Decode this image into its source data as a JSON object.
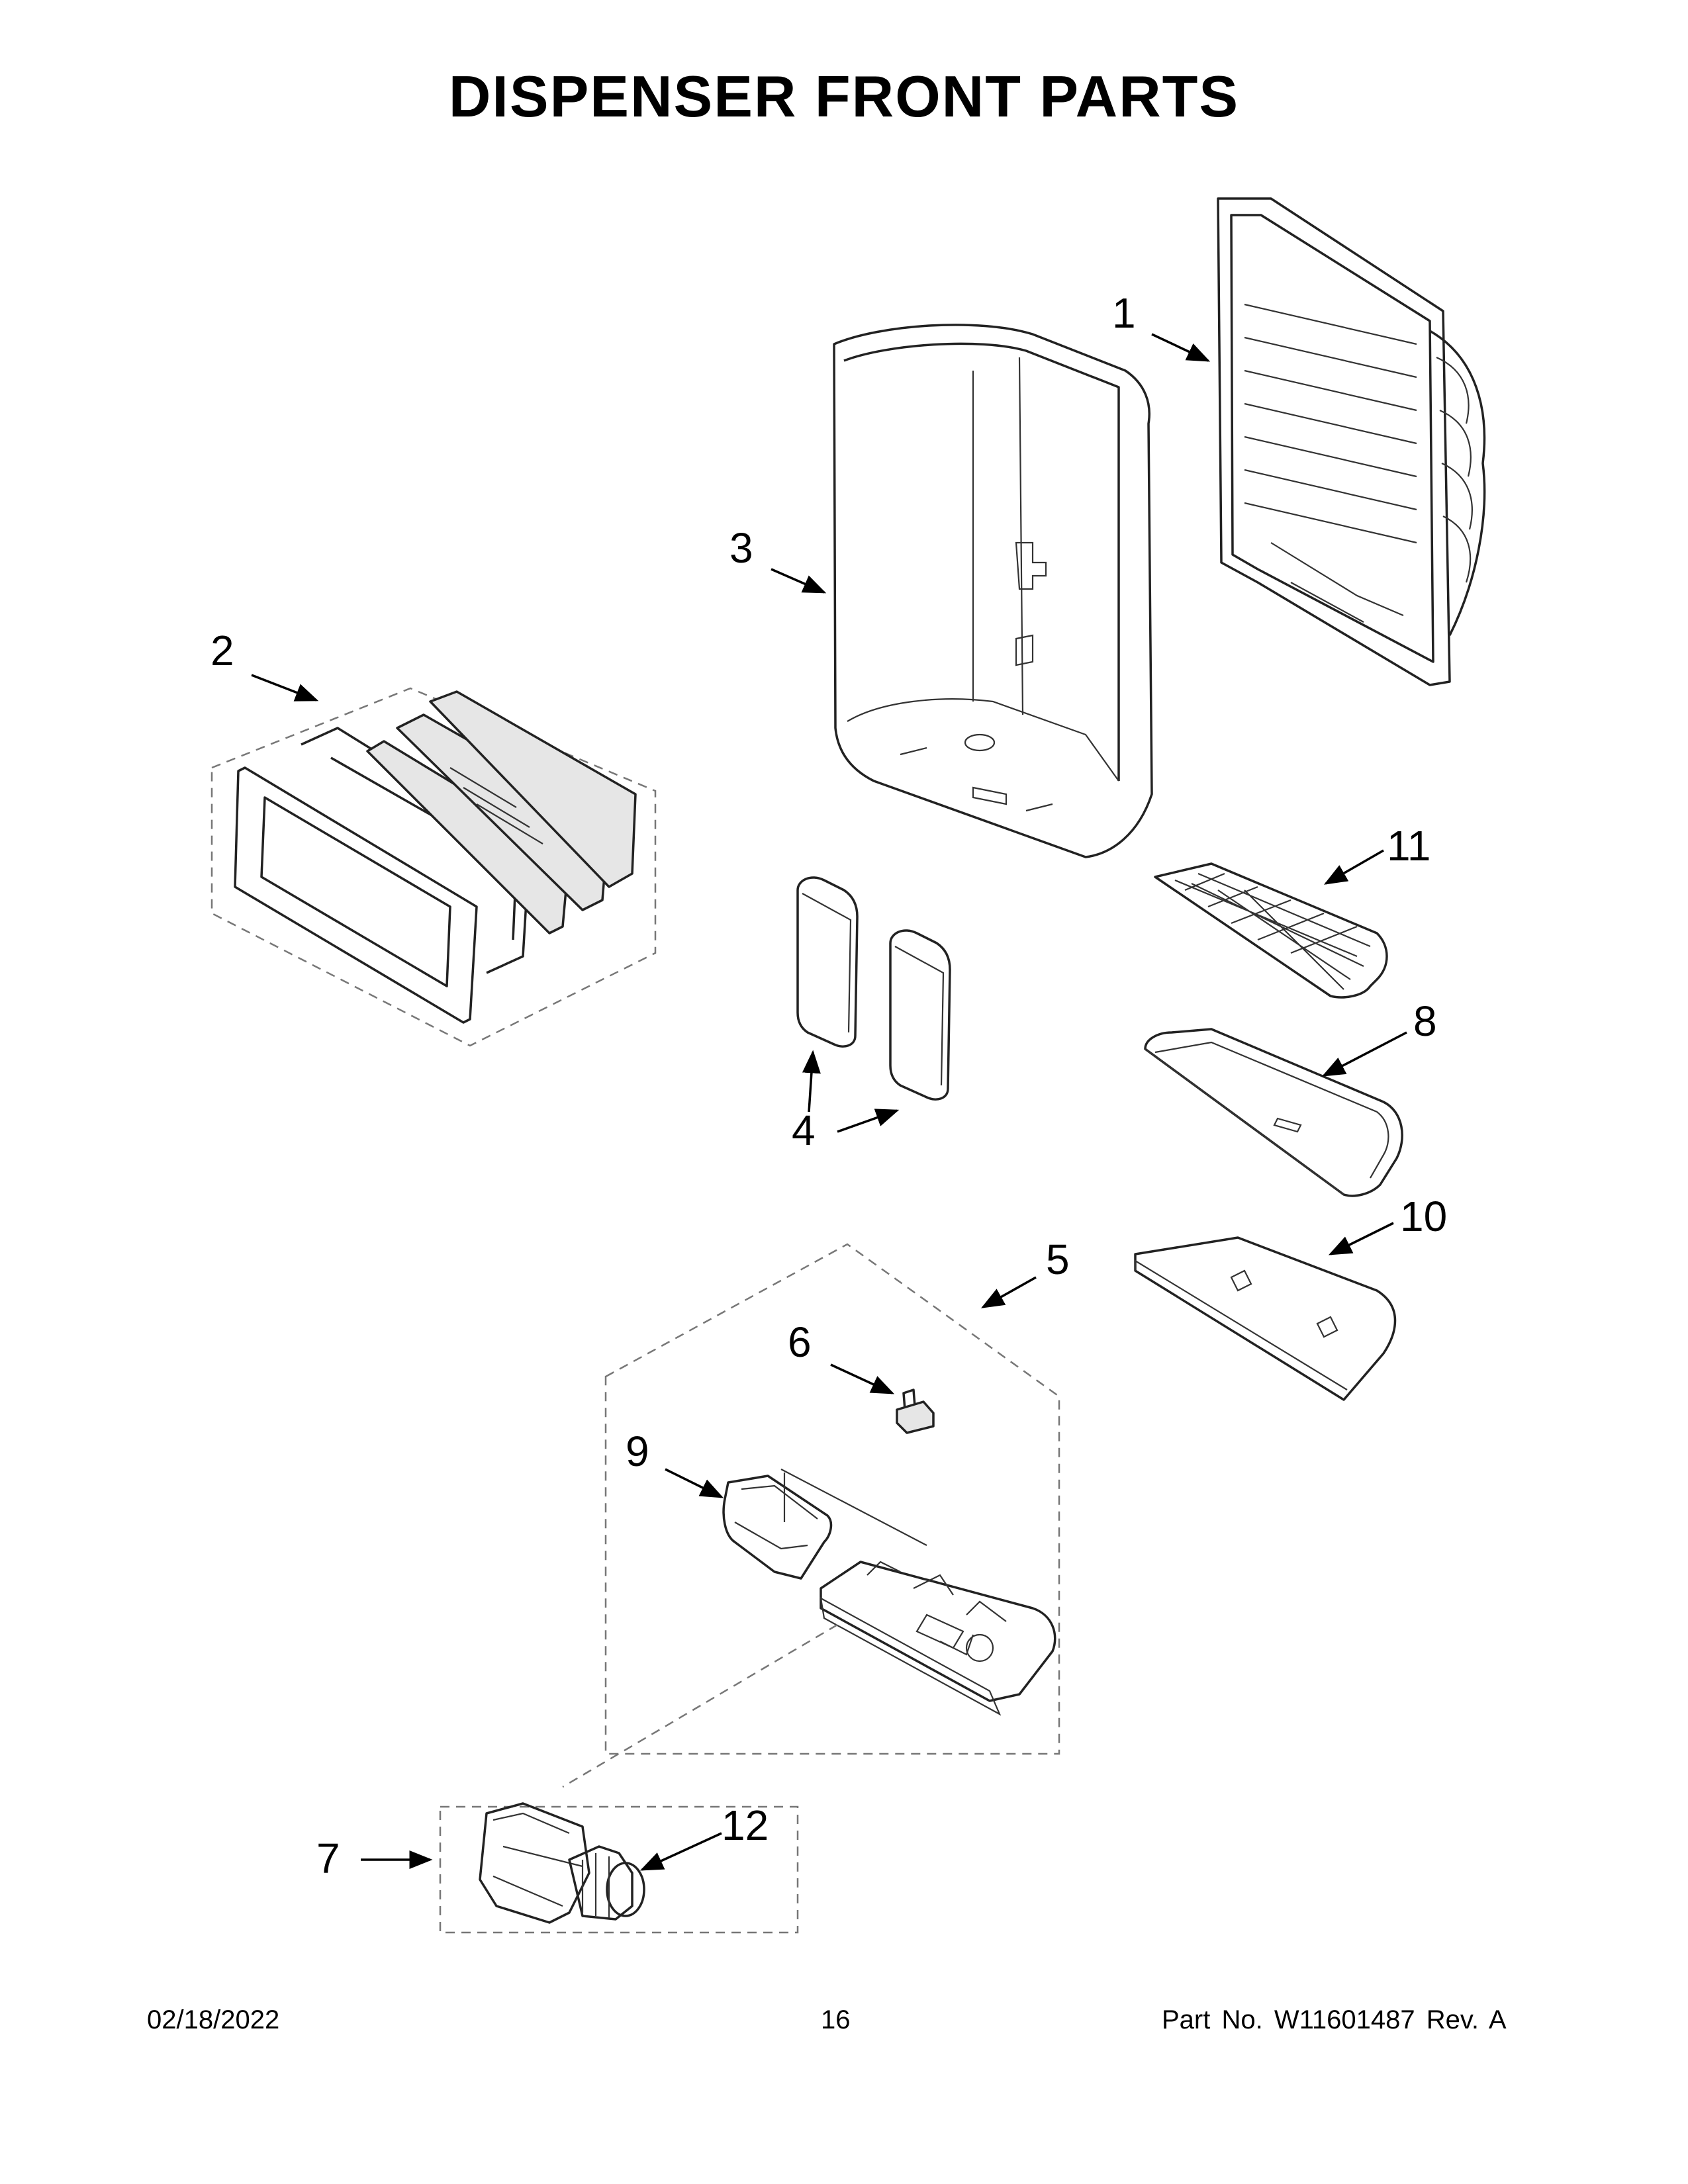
{
  "title": "DISPENSER FRONT PARTS",
  "callouts": {
    "c1": "1",
    "c2": "2",
    "c3": "3",
    "c4": "4",
    "c5": "5",
    "c6": "6",
    "c7": "7",
    "c8": "8",
    "c9": "9",
    "c10": "10",
    "c11": "11",
    "c12": "12"
  },
  "footer": {
    "date": "02/18/2022",
    "page": "16",
    "part_no": "Part No.  W11601487  Rev.  A"
  }
}
